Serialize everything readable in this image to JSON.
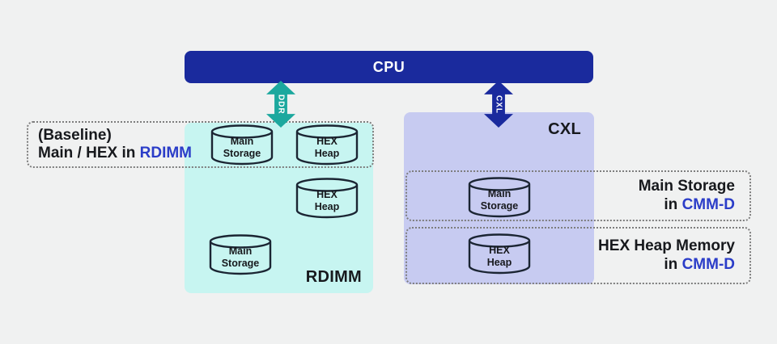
{
  "colors": {
    "background": "#f0f1f1",
    "cpu_blue": "#1a2a9d",
    "ddr_teal": "#1ca89e",
    "rdimm_fill": "#c7f5f1",
    "cxl_fill": "#c7cbf1",
    "highlight_blue": "#2b3dc8",
    "cylinder_outline": "#1b2533",
    "dashed_border_gray": "#7d7d7d",
    "text_dark": "#17191d"
  },
  "cpu": {
    "label": "CPU"
  },
  "buses": {
    "ddr": {
      "label": "DDR"
    },
    "cxl": {
      "label": "CXL"
    }
  },
  "rdimm": {
    "label": "RDIMM",
    "cylinders": [
      {
        "label": "Main\nStorage"
      },
      {
        "label": "HEX\nHeap"
      },
      {
        "label": "HEX\nHeap"
      },
      {
        "label": "Main\nStorage"
      }
    ]
  },
  "cxl_region": {
    "label": "CXL",
    "cylinders": [
      {
        "label": "Main\nStorage"
      },
      {
        "label": "HEX\nHeap"
      }
    ]
  },
  "annotations": {
    "baseline": {
      "line1": "(Baseline)",
      "line2_prefix": "Main / HEX in ",
      "line2_highlight": "RDIMM"
    },
    "main_storage": {
      "line1": "Main Storage",
      "line2_prefix": "in ",
      "line2_highlight": "CMM-D"
    },
    "hex_heap": {
      "line1": "HEX Heap Memory",
      "line2_prefix": "in ",
      "line2_highlight": "CMM-D"
    }
  }
}
